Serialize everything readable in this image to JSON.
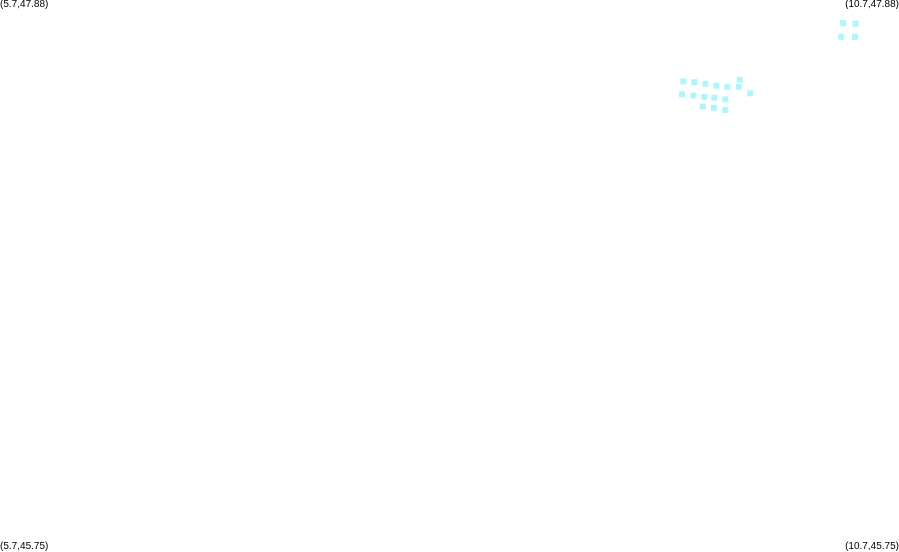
{
  "map": {
    "corners": {
      "top_left": "(5.7,47.88)",
      "top_right": "(10.7,47.88)",
      "bottom_left": "(5.7,45.75)",
      "bottom_right": "(10.7,45.75)"
    },
    "extent": {
      "lon_min": 5.7,
      "lon_max": 10.7,
      "lat_min": 45.75,
      "lat_max": 47.88
    },
    "marker_color": "#aef6fb",
    "points": [
      {
        "lon": 10.389,
        "lat": 47.791
      },
      {
        "lon": 10.459,
        "lat": 47.788
      },
      {
        "lon": 10.378,
        "lat": 47.738
      },
      {
        "lon": 10.456,
        "lat": 47.738
      },
      {
        "lon": 9.501,
        "lat": 47.566
      },
      {
        "lon": 9.562,
        "lat": 47.563
      },
      {
        "lon": 9.623,
        "lat": 47.557
      },
      {
        "lon": 9.684,
        "lat": 47.549
      },
      {
        "lon": 9.745,
        "lat": 47.545
      },
      {
        "lon": 9.814,
        "lat": 47.572
      },
      {
        "lon": 9.809,
        "lat": 47.545
      },
      {
        "lon": 9.493,
        "lat": 47.516
      },
      {
        "lon": 9.556,
        "lat": 47.511
      },
      {
        "lon": 9.617,
        "lat": 47.506
      },
      {
        "lon": 9.673,
        "lat": 47.503
      },
      {
        "lon": 9.734,
        "lat": 47.497
      },
      {
        "lon": 9.873,
        "lat": 47.52
      },
      {
        "lon": 9.609,
        "lat": 47.469
      },
      {
        "lon": 9.67,
        "lat": 47.464
      },
      {
        "lon": 9.734,
        "lat": 47.456
      }
    ]
  }
}
